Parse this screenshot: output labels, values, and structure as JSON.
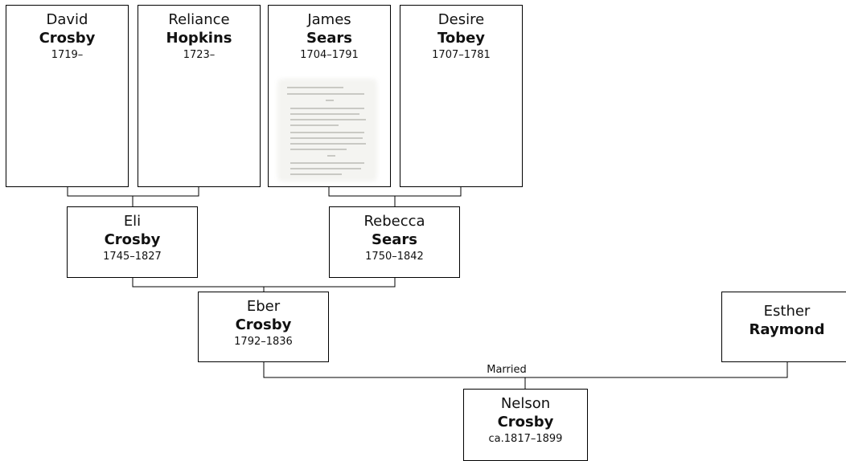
{
  "people": {
    "david": {
      "given": "David",
      "surname": "Crosby",
      "years": "1719–"
    },
    "reliance": {
      "given": "Reliance",
      "surname": "Hopkins",
      "years": "1723–"
    },
    "james": {
      "given": "James",
      "surname": "Sears",
      "years": "1704–1791"
    },
    "desire": {
      "given": "Desire",
      "surname": "Tobey",
      "years": "1707–1781"
    },
    "eli": {
      "given": "Eli",
      "surname": "Crosby",
      "years": "1745–1827"
    },
    "rebecca": {
      "given": "Rebecca",
      "surname": "Sears",
      "years": "1750–1842"
    },
    "eber": {
      "given": "Eber",
      "surname": "Crosby",
      "years": "1792–1836"
    },
    "esther": {
      "given": "Esther",
      "surname": "Raymond"
    },
    "nelson": {
      "given": "Nelson",
      "surname": "Crosby",
      "years": "ca.1817–1899"
    }
  },
  "married_label": "Married",
  "icons": {
    "james_photo": "document-thumbnail-icon"
  },
  "colors": {
    "line": "#000000",
    "box_border": "#000000",
    "background": "#ffffff"
  }
}
